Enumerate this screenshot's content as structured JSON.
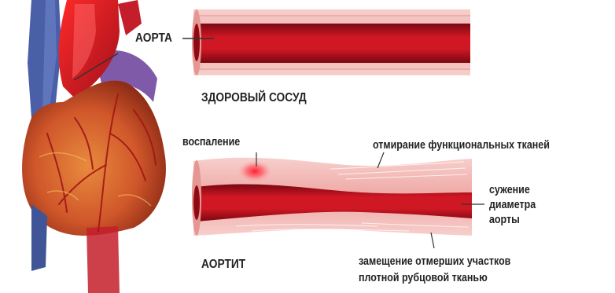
{
  "labels": {
    "aorta": "АОРТА",
    "healthy_vessel": "ЗДОРОВЫЙ СОСУД",
    "inflammation": "воспаление",
    "tissue_death": "отмирание функциональных тканей",
    "narrowing_line1": "сужение",
    "narrowing_line2": "диаметра",
    "narrowing_line3": "аорты",
    "aortitis": "АОРТИТ",
    "replacement_line1": "замещение отмерших участков",
    "replacement_line2": "плотной рубцовой тканью"
  },
  "colors": {
    "vessel_wall": "#f2b6b3",
    "vessel_lumen": "#c8141f",
    "heart_muscle": "#d9622a",
    "vein_blue": "#4a5fa8",
    "inflammation_spot": "#ff2a3a"
  }
}
